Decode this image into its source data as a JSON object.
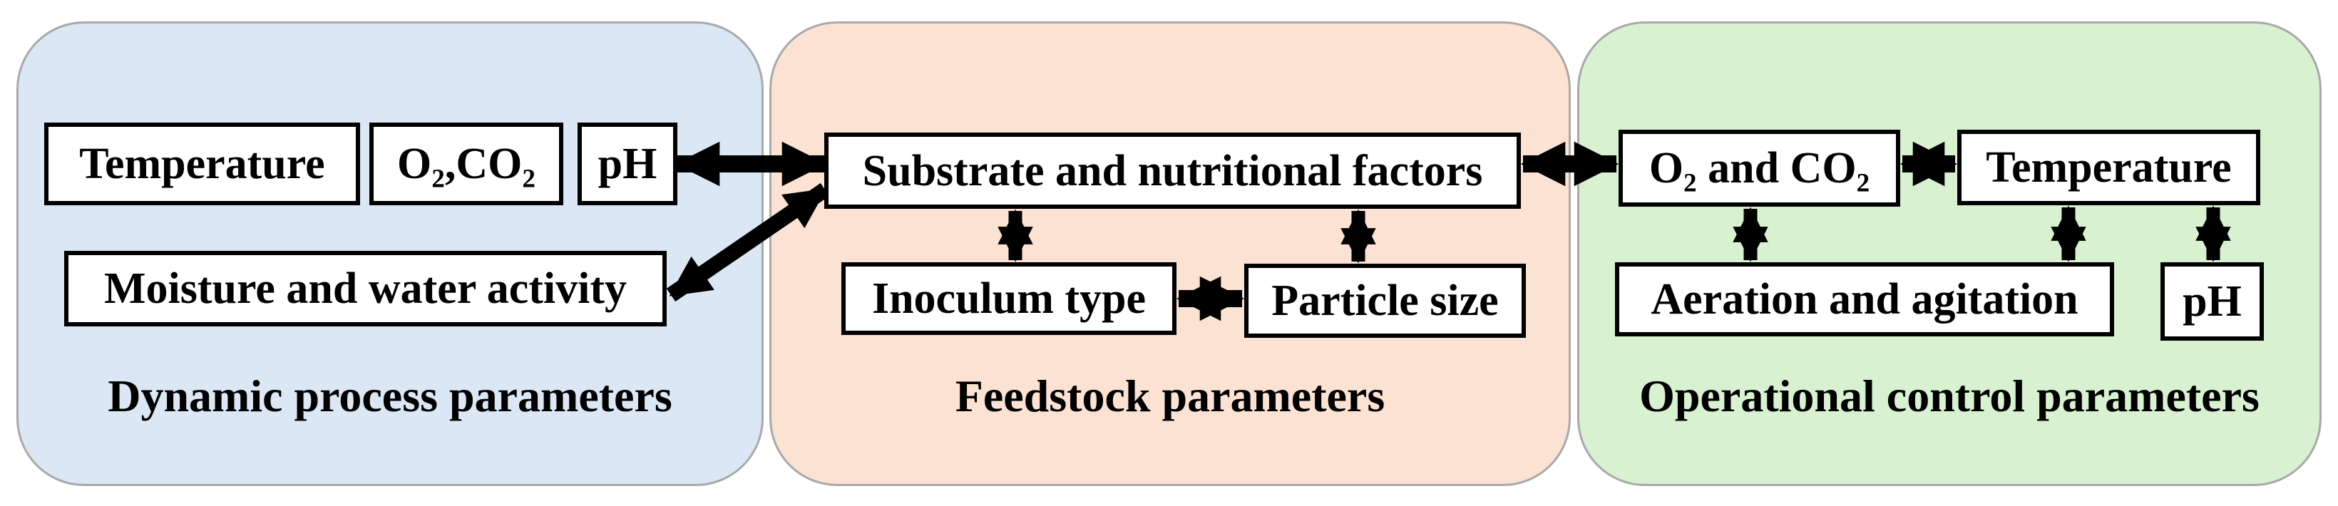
{
  "colors": {
    "background": "#ffffff",
    "blue_panel": "#dbe7f4",
    "peach_panel": "#fce2d3",
    "green_panel": "#d8f1d0",
    "panel_border": "#a9a9a9",
    "box_border": "#000000",
    "arrow": "#000000",
    "text": "#000000"
  },
  "panels": [
    {
      "id": "dynamic",
      "label": "Dynamic process parameters",
      "boxes": [
        {
          "id": "temperature",
          "label": "Temperature"
        },
        {
          "id": "o2co2",
          "label": "O₂,CO₂"
        },
        {
          "id": "ph",
          "label": "pH"
        },
        {
          "id": "moisture",
          "label": "Moisture and water activity"
        }
      ]
    },
    {
      "id": "feedstock",
      "label": "Feedstock parameters",
      "boxes": [
        {
          "id": "substrate",
          "label": "Substrate and nutritional factors"
        },
        {
          "id": "inoculum",
          "label": "Inoculum type"
        },
        {
          "id": "particle",
          "label": "Particle size"
        }
      ]
    },
    {
      "id": "operational",
      "label": "Operational control parameters",
      "boxes": [
        {
          "id": "o2andco2",
          "label": "O₂ and CO₂"
        },
        {
          "id": "temperature",
          "label": "Temperature"
        },
        {
          "id": "aeration",
          "label": "Aeration and agitation"
        },
        {
          "id": "ph",
          "label": "pH"
        }
      ]
    }
  ],
  "connections": [
    {
      "from": "pH (dynamic)",
      "to": "Substrate and nutritional factors",
      "bidirectional": true
    },
    {
      "from": "Moisture and water activity",
      "to": "Substrate and nutritional factors",
      "bidirectional": true
    },
    {
      "from": "Substrate and nutritional factors",
      "to": "Inoculum type",
      "bidirectional": true
    },
    {
      "from": "Substrate and nutritional factors",
      "to": "Particle size",
      "bidirectional": true
    },
    {
      "from": "Inoculum type",
      "to": "Particle size",
      "bidirectional": true
    },
    {
      "from": "Substrate and nutritional factors",
      "to": "O₂ and CO₂",
      "bidirectional": true
    },
    {
      "from": "O₂ and CO₂",
      "to": "Temperature (operational)",
      "bidirectional": true
    },
    {
      "from": "O₂ and CO₂",
      "to": "Aeration and agitation",
      "bidirectional": true
    },
    {
      "from": "Temperature (operational)",
      "to": "Aeration and agitation",
      "bidirectional": true
    },
    {
      "from": "Temperature (operational)",
      "to": "pH (operational)",
      "bidirectional": true
    }
  ]
}
